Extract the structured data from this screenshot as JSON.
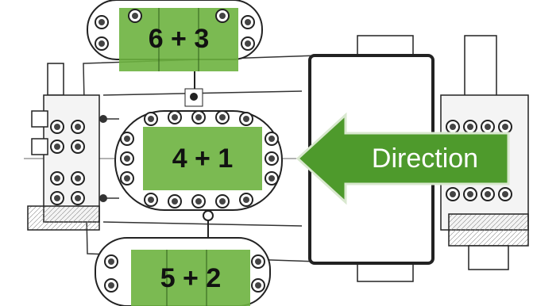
{
  "labels": {
    "top_group": "6 + 3",
    "middle_group": "4 + 1",
    "bottom_group": "5 + 2",
    "direction": "Direction"
  },
  "colors": {
    "highlight_green": "#6db33f",
    "arrow_green": "#4e9a2c",
    "arrow_border": "#d9e8cf",
    "line": "#333333"
  }
}
